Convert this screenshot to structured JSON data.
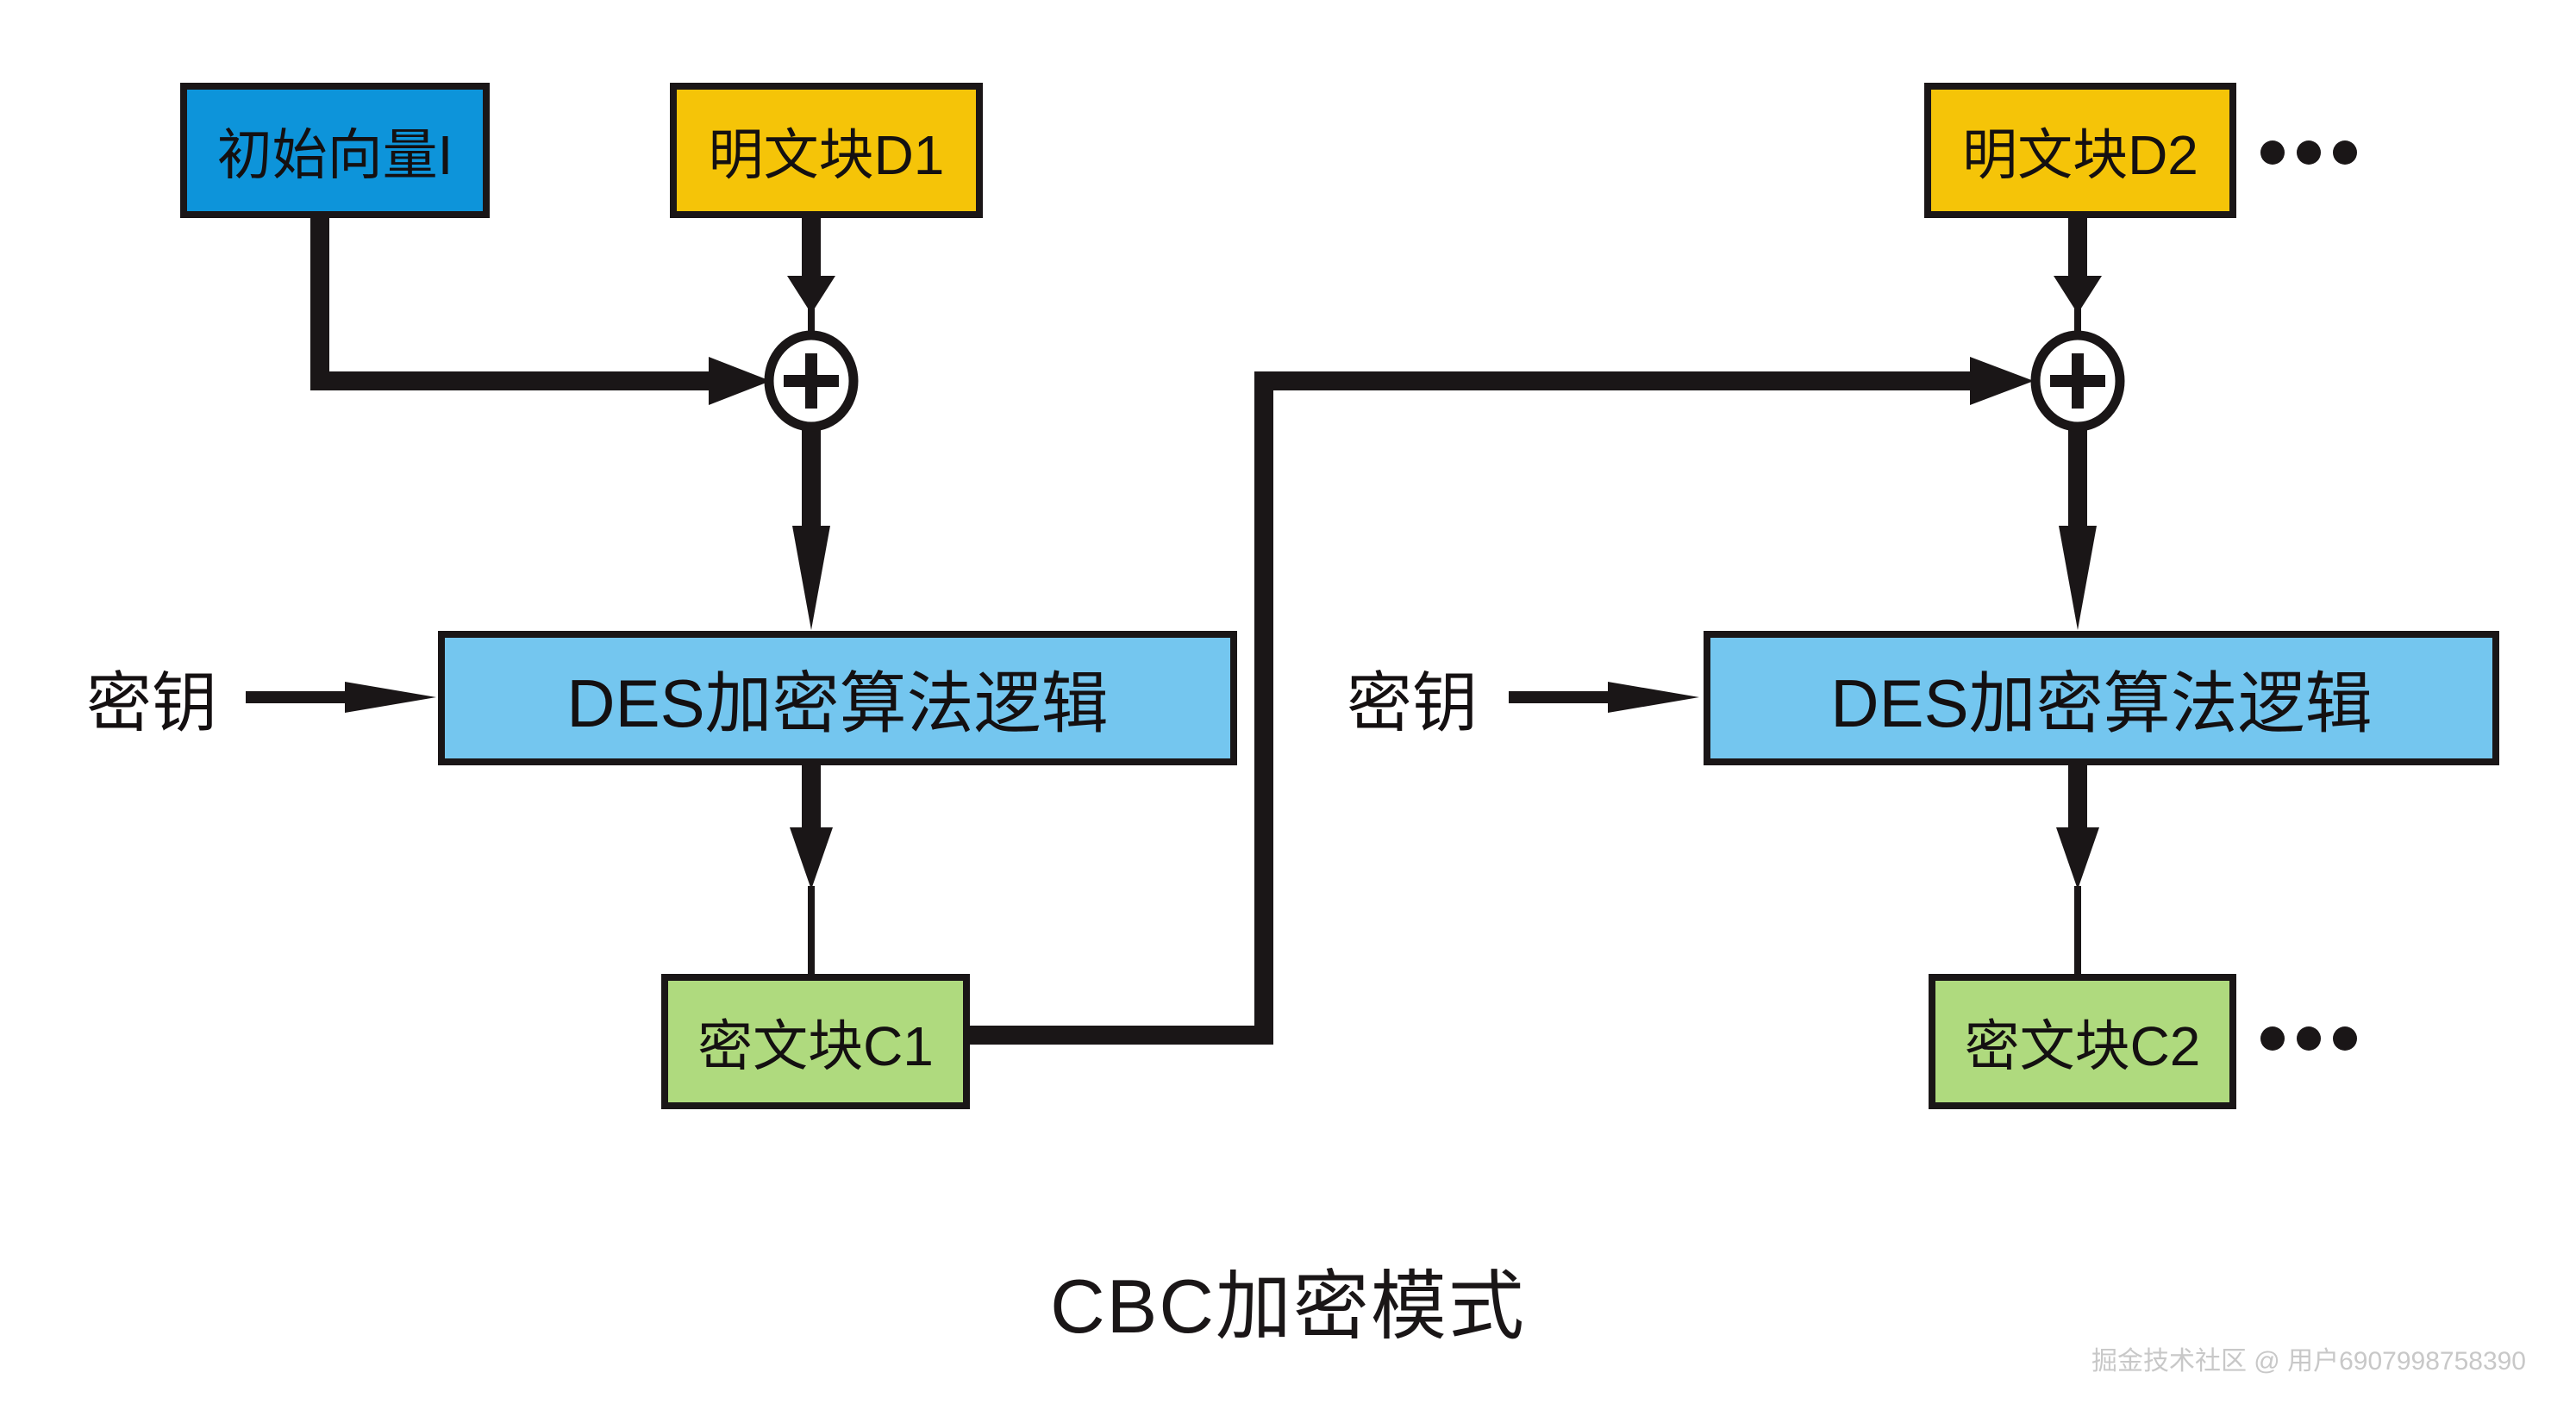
{
  "title": "CBC加密模式",
  "watermark": "掘金技术社区 @ 用户6907998758390",
  "colors": {
    "background": "#FFFFFF",
    "line": "#1A1617",
    "text": "#141011",
    "initial_vector_fill": "#0D94DA",
    "plain_block_fill": "#F5C408",
    "des_fill": "#74C6EF",
    "cipher_block_fill": "#AFDA7E",
    "watermark_text": "#C8C8C8"
  },
  "icons": {
    "xor_symbol": "⊕",
    "ellipsis_symbol": "•••"
  },
  "nodes": {
    "initial_vector": {
      "label": "初始向量I"
    },
    "plain_block_1": {
      "label": "明文块D1"
    },
    "plain_block_2": {
      "label": "明文块D2"
    },
    "des_1": {
      "label": "DES加密算法逻辑"
    },
    "des_2": {
      "label": "DES加密算法逻辑"
    },
    "cipher_block_1": {
      "label": "密文块C1"
    },
    "cipher_block_2": {
      "label": "密文块C2"
    },
    "key_1": {
      "label": "密钥"
    },
    "key_2": {
      "label": "密钥"
    }
  },
  "edges": [
    {
      "from": "initial_vector",
      "to": "xor_1",
      "type": "arrow"
    },
    {
      "from": "plain_block_1",
      "to": "xor_1",
      "type": "arrow"
    },
    {
      "from": "xor_1",
      "to": "des_1",
      "type": "arrow"
    },
    {
      "from": "key_1",
      "to": "des_1",
      "type": "arrow"
    },
    {
      "from": "des_1",
      "to": "cipher_block_1",
      "type": "arrow"
    },
    {
      "from": "cipher_block_1",
      "to": "xor_2",
      "type": "arrow"
    },
    {
      "from": "plain_block_2",
      "to": "xor_2",
      "type": "arrow"
    },
    {
      "from": "xor_2",
      "to": "des_2",
      "type": "arrow"
    },
    {
      "from": "key_2",
      "to": "des_2",
      "type": "arrow"
    },
    {
      "from": "des_2",
      "to": "cipher_block_2",
      "type": "arrow"
    }
  ]
}
